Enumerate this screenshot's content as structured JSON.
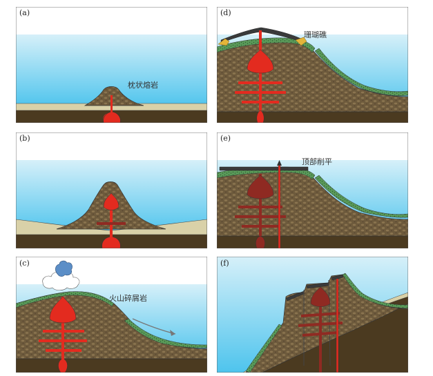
{
  "panels": [
    {
      "id": "a",
      "label": "(a)",
      "annotation": "枕状熔岩"
    },
    {
      "id": "b",
      "label": "(b)",
      "annotation": ""
    },
    {
      "id": "c",
      "label": "(c)",
      "annotation": "火山碎屑岩"
    },
    {
      "id": "d",
      "label": "(d)",
      "annotation": "珊瑚礁"
    },
    {
      "id": "e",
      "label": "(e)",
      "annotation": "顶部削平"
    },
    {
      "id": "f",
      "label": "(f)",
      "annotation": ""
    }
  ],
  "colors": {
    "sky": "#ffffff",
    "sea_top": "#d2eef8",
    "sea_bottom": "#4cc3ec",
    "sediment": "#d9d1a8",
    "bedrock": "#4b3a20",
    "volcano": "#6d5a3c",
    "magma": "#e32b1f",
    "old_magma": "#8f2a22",
    "pyroclastic": "#5a9a5a",
    "reef": "#e3b53a",
    "cloud": "#ffffff",
    "plume": "#5b8ec7"
  }
}
